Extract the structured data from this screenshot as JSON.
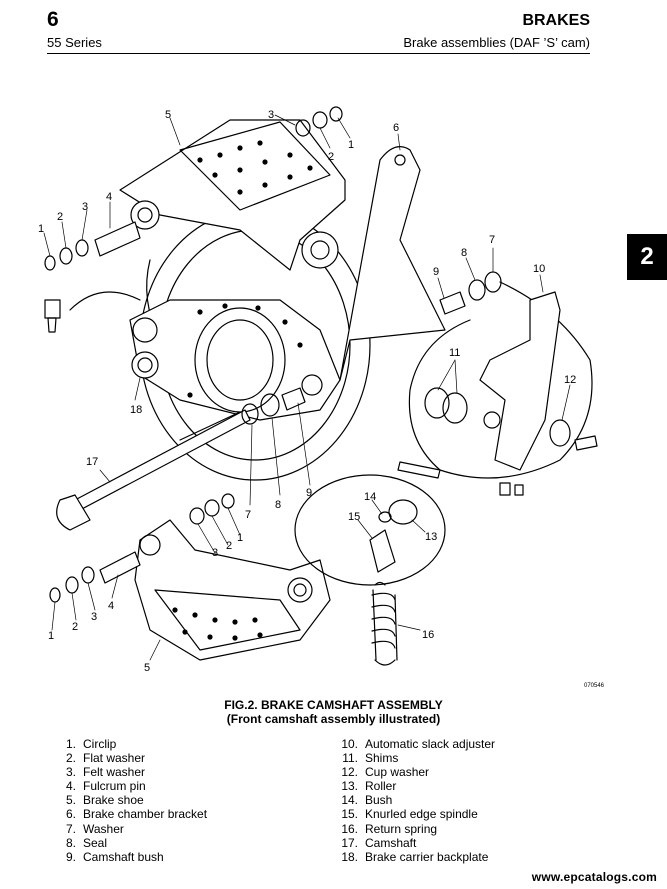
{
  "header": {
    "chapter": "6",
    "section": "BRAKES",
    "series": "55 Series",
    "subsection": "Brake assemblies (DAF ’S’ cam)"
  },
  "side_tab": "2",
  "figure": {
    "title_line1": "FIG.2. BRAKE CAMSHAFT ASSEMBLY",
    "title_line2": "(Front camshaft assembly illustrated)",
    "code": "070546",
    "callouts": [
      "1",
      "2",
      "3",
      "4",
      "5",
      "6",
      "7",
      "8",
      "9",
      "10",
      "11",
      "12",
      "13",
      "14",
      "15",
      "16",
      "17",
      "18"
    ]
  },
  "legend": {
    "left": [
      {
        "n": "1.",
        "label": "Circlip"
      },
      {
        "n": "2.",
        "label": "Flat washer"
      },
      {
        "n": "3.",
        "label": "Felt washer"
      },
      {
        "n": "4.",
        "label": "Fulcrum pin"
      },
      {
        "n": "5.",
        "label": "Brake shoe"
      },
      {
        "n": "6.",
        "label": "Brake chamber bracket"
      },
      {
        "n": "7.",
        "label": "Washer"
      },
      {
        "n": "8.",
        "label": "Seal"
      },
      {
        "n": "9.",
        "label": "Camshaft bush"
      }
    ],
    "right": [
      {
        "n": "10.",
        "label": "Automatic slack adjuster"
      },
      {
        "n": "11.",
        "label": "Shims"
      },
      {
        "n": "12.",
        "label": "Cup washer"
      },
      {
        "n": "13.",
        "label": "Roller"
      },
      {
        "n": "14.",
        "label": "Bush"
      },
      {
        "n": "15.",
        "label": "Knurled edge spindle"
      },
      {
        "n": "16.",
        "label": "Return spring"
      },
      {
        "n": "17.",
        "label": "Camshaft"
      },
      {
        "n": "18.",
        "label": "Brake carrier backplate"
      }
    ]
  },
  "watermark": "www.epcatalogs.com"
}
